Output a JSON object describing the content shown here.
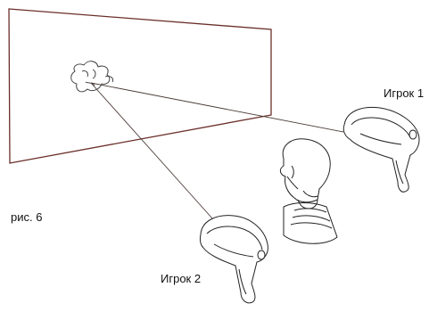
{
  "labels": {
    "player1": "Игрок 1",
    "player2": "Игрок 2",
    "figure": "рис. 6"
  },
  "colors": {
    "screen_frame": "#6b2f2a",
    "line": "#4a3a36",
    "ink": "#222222"
  },
  "icons": {
    "target": "ghost-target-icon",
    "player1_device": "light-gun-icon",
    "player2_device": "light-gun-icon",
    "viewer": "mannequin-head-icon"
  }
}
